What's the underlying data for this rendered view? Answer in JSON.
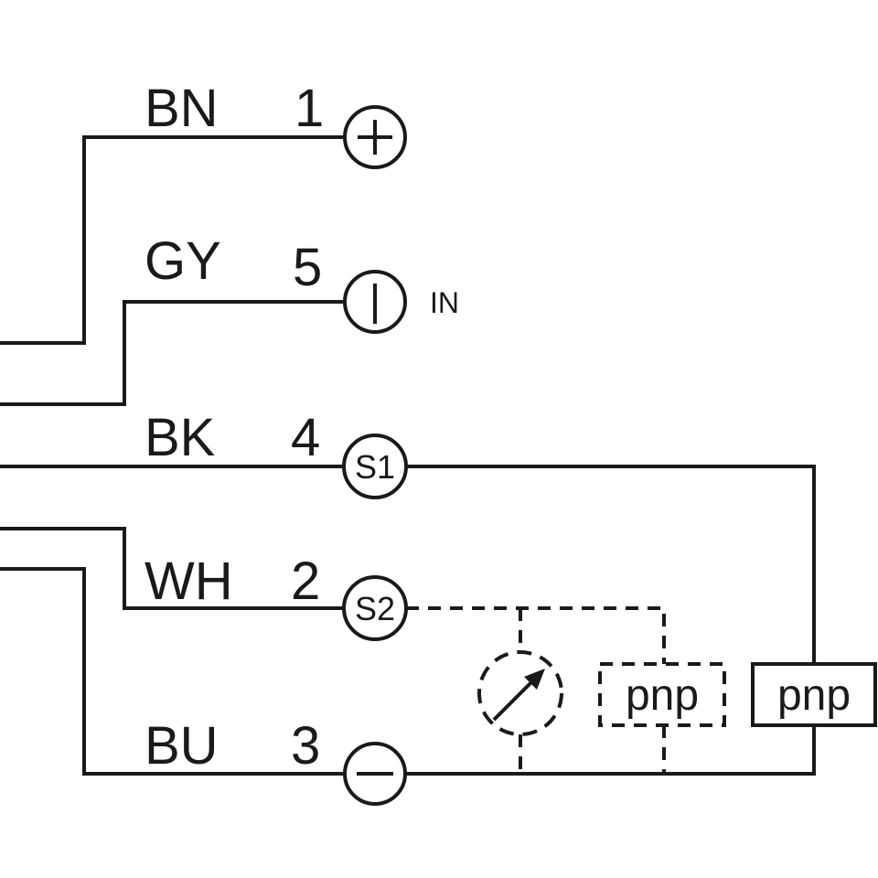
{
  "diagram": {
    "type": "sensor-wiring-diagram",
    "wires": [
      {
        "color_code": "BN",
        "pin": "1",
        "terminal": "+",
        "terminal_name": "positive-supply"
      },
      {
        "color_code": "GY",
        "pin": "5",
        "terminal": "I",
        "terminal_name": "input",
        "terminal_note": "IN"
      },
      {
        "color_code": "BK",
        "pin": "4",
        "terminal": "S1",
        "terminal_name": "switching-output-1"
      },
      {
        "color_code": "WH",
        "pin": "2",
        "terminal": "S2",
        "terminal_name": "switching-output-2"
      },
      {
        "color_code": "BU",
        "pin": "3",
        "terminal": "−",
        "terminal_name": "negative-supply"
      }
    ],
    "components": {
      "analog_output": {
        "label": "",
        "style": "dashed",
        "symbol": "meter-arrow"
      },
      "pnp_optional": {
        "label": "pnp",
        "style": "dashed"
      },
      "pnp_s1": {
        "label": "pnp",
        "style": "solid"
      }
    },
    "colors": {
      "line": "#1a1a1a",
      "background": "#ffffff"
    }
  }
}
